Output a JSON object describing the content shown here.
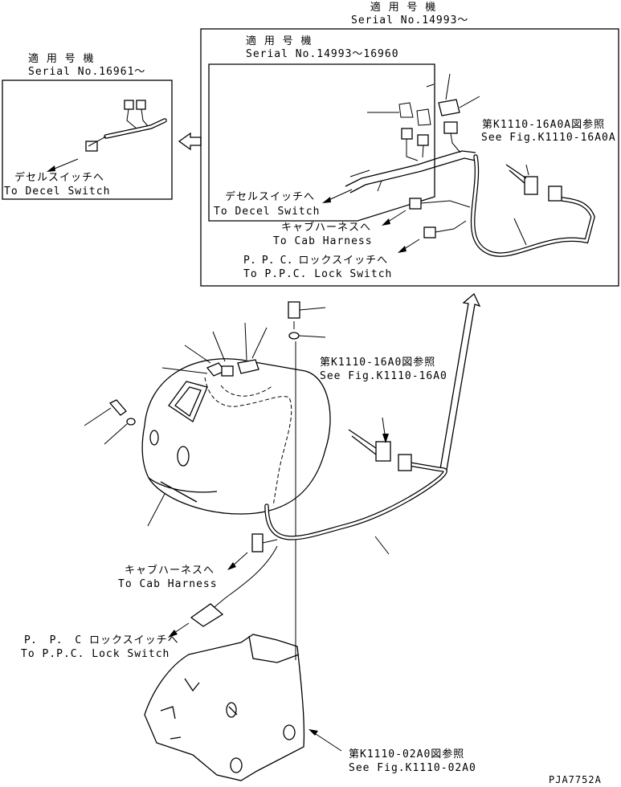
{
  "drawing_id": "PJA7752A",
  "detail_main": {
    "applicable_jp": "適 用 号 機",
    "serial": "Serial No.14993～"
  },
  "detail_inner": {
    "applicable_jp": "適 用 号 機",
    "serial": "Serial No.14993～16960",
    "decel_jp": "デセルスイッチへ",
    "decel_en": "To Decel Switch"
  },
  "detail_left": {
    "applicable_jp": "適 用 号 機",
    "serial": "Serial No.16961～",
    "decel_jp": "デセルスイッチへ",
    "decel_en": "To Decel Switch"
  },
  "detail_main_labels": {
    "fig_ref_jp": "第K1110-16A0A図参照",
    "fig_ref_en": "See Fig.K1110-16A0A",
    "cab_jp": "キャブハーネスへ",
    "cab_en": "To Cab Harness",
    "ppc_jp": "P．P．C．ロックスイッチへ",
    "ppc_en": "To P.P.C. Lock Switch"
  },
  "main_labels": {
    "fig16a0_jp": "第K1110-16A0図参照",
    "fig16a0_en": "See Fig.K1110-16A0",
    "cab_jp": "キャブハーネスへ",
    "cab_en": "To Cab Harness",
    "ppc_jp": "P． P． C ロックスイッチへ",
    "ppc_en": "To P.P.C. Lock Switch",
    "fig02a0_jp": "第K1110-02A0図参照",
    "fig02a0_en": "See Fig.K1110-02A0"
  }
}
